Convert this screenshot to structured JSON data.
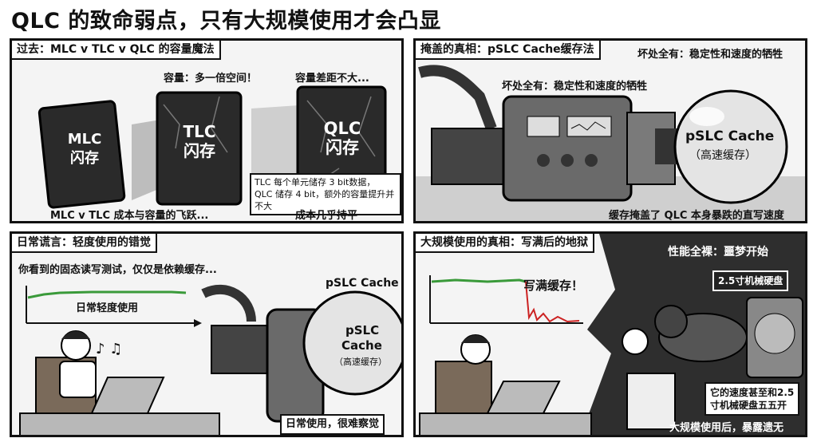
{
  "title": "QLC 的致命弱点，只有大规模使用才会凸显",
  "panel1": {
    "caption": "过去：MLC v TLC v QLC 的容量魔法",
    "chips": [
      {
        "line1": "MLC",
        "line2": "闪存"
      },
      {
        "line1": "TLC",
        "line2": "闪存"
      },
      {
        "line1": "QLC",
        "line2": "闪存"
      }
    ],
    "label_capacity": "容量：多一倍空间！",
    "label_gap": "容量差距不大...",
    "note_line1": "TLC 每个单元储存 3 bit数据，",
    "note_line2": "QLC 储存 4 bit，额外的容量提升并不大",
    "bottom_left": "MLC v TLC 成本与容量的飞跃...",
    "bottom_right": "成本几乎持平"
  },
  "panel2": {
    "caption": "掩盖的真相：pSLC Cache缓存法",
    "caption_side": "坏处全有：稳定性和速度的牺牲",
    "inner_label": "坏处全有：稳定性和速度的牺牲",
    "sphere_line1": "pSLC Cache",
    "sphere_line2": "（高速缓存）",
    "bottom": "缓存掩盖了 QLC 本身暴跌的直写速度"
  },
  "panel3": {
    "caption": "日常谎言：轻度使用的错觉",
    "subtitle": "你看到的固态读写测试，仅仅是依赖缓存...",
    "graph_label": "日常轻度使用",
    "cache_label": "pSLC Cache",
    "sphere_line1": "pSLC",
    "sphere_line2": "Cache",
    "sphere_line3": "（高速缓存）",
    "bottom": "日常使用，很难察觉"
  },
  "panel4": {
    "caption": "大规模使用的真相：写满后的地狱",
    "header": "性能全裸：噩梦开始",
    "graph_label": "写满缓存！",
    "hdd_label": "2.5寸机械硬盘",
    "note_line1": "它的速度甚至和2.5",
    "note_line2": "寸机械硬盘五五开",
    "bottom": "大规模使用后，暴露遗无"
  },
  "colors": {
    "graph_green": "#3a9a3a",
    "graph_red": "#cc2222",
    "ink": "#111111"
  }
}
